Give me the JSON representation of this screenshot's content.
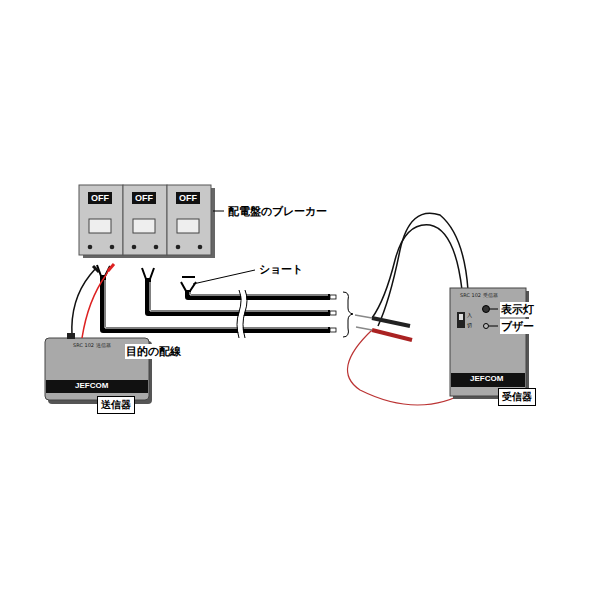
{
  "diagram": {
    "nodes": [
      {
        "text": [
          "OFF"
        ]
      },
      {
        "text": [
          "OFF"
        ]
      },
      {
        "text": [
          "OFF"
        ]
      },
      {
        "text": [
          "SRC 102 送信器",
          "JEFCOM",
          "送信器"
        ]
      },
      {
        "text": [
          "SRC 102 受信器",
          "入",
          "切",
          "JEFCOM",
          "受信器"
        ]
      }
    ],
    "edges": [
      {
        "from": 3,
        "to": 0,
        "arrow": "none"
      }
    ],
    "labels": [
      "配電盤のブレーカー",
      "ショート",
      "目的の配線",
      "表示灯",
      "ブザー"
    ]
  }
}
